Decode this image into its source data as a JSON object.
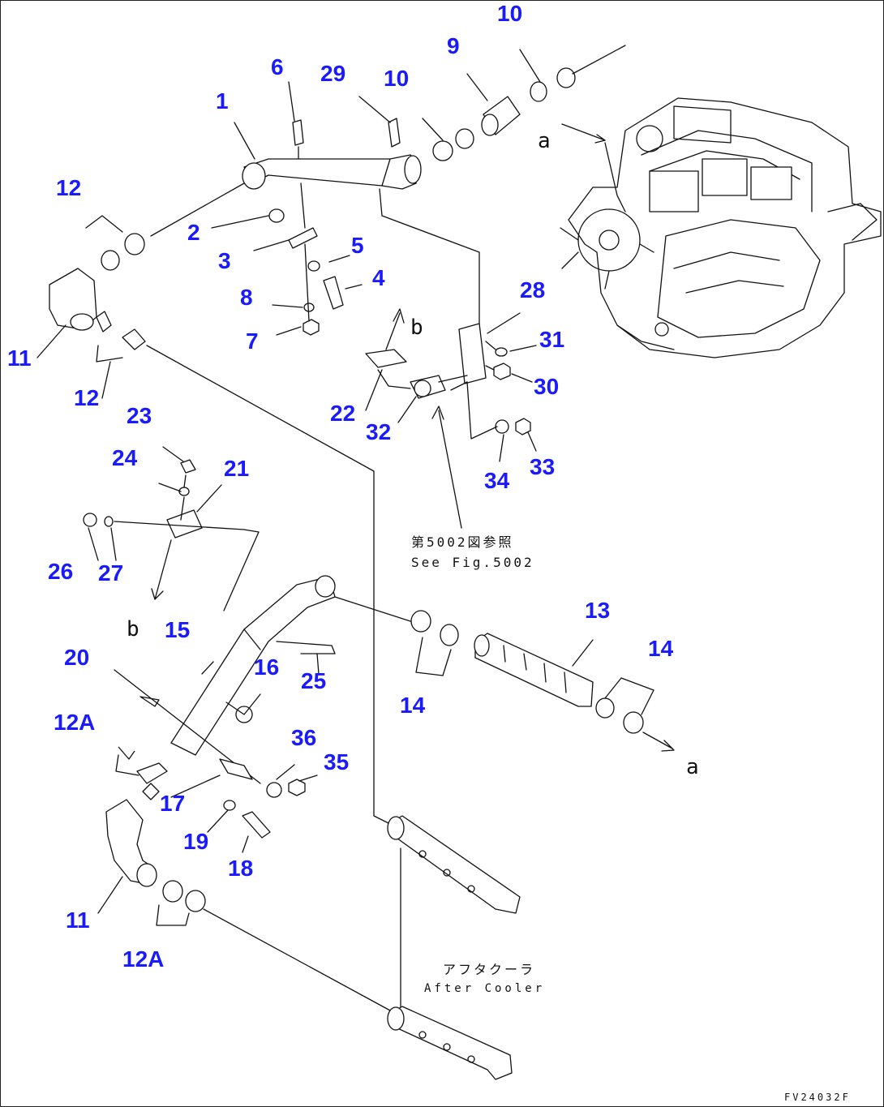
{
  "callouts": {
    "c1": "1",
    "c2": "2",
    "c3": "3",
    "c4": "4",
    "c5": "5",
    "c6": "6",
    "c7": "7",
    "c8": "8",
    "c9": "9",
    "c10a": "10",
    "c10b": "10",
    "c11a": "11",
    "c11b": "11",
    "c12a": "12",
    "c12b": "12",
    "c12Aa": "12A",
    "c12Ab": "12A",
    "c13": "13",
    "c14a": "14",
    "c14b": "14",
    "c15": "15",
    "c16": "16",
    "c17": "17",
    "c18": "18",
    "c19": "19",
    "c20": "20",
    "c21": "21",
    "c22": "22",
    "c23": "23",
    "c24": "24",
    "c25": "25",
    "c26": "26",
    "c27": "27",
    "c28": "28",
    "c29": "29",
    "c30": "30",
    "c31": "31",
    "c32": "32",
    "c33": "33",
    "c34": "34",
    "c35": "35",
    "c36": "36"
  },
  "letters": {
    "a_top": "a",
    "a_bottom": "a",
    "b_upper": "b",
    "b_lower": "b"
  },
  "notes": {
    "see_fig_jp": "第5002図参照",
    "see_fig_en": "See Fig.5002",
    "after_cooler_jp": "アフタクーラ",
    "after_cooler_en": "After Cooler",
    "drawing_code": "FV24032F"
  },
  "colors": {
    "callout": "#1a1aff",
    "line": "#111111"
  }
}
